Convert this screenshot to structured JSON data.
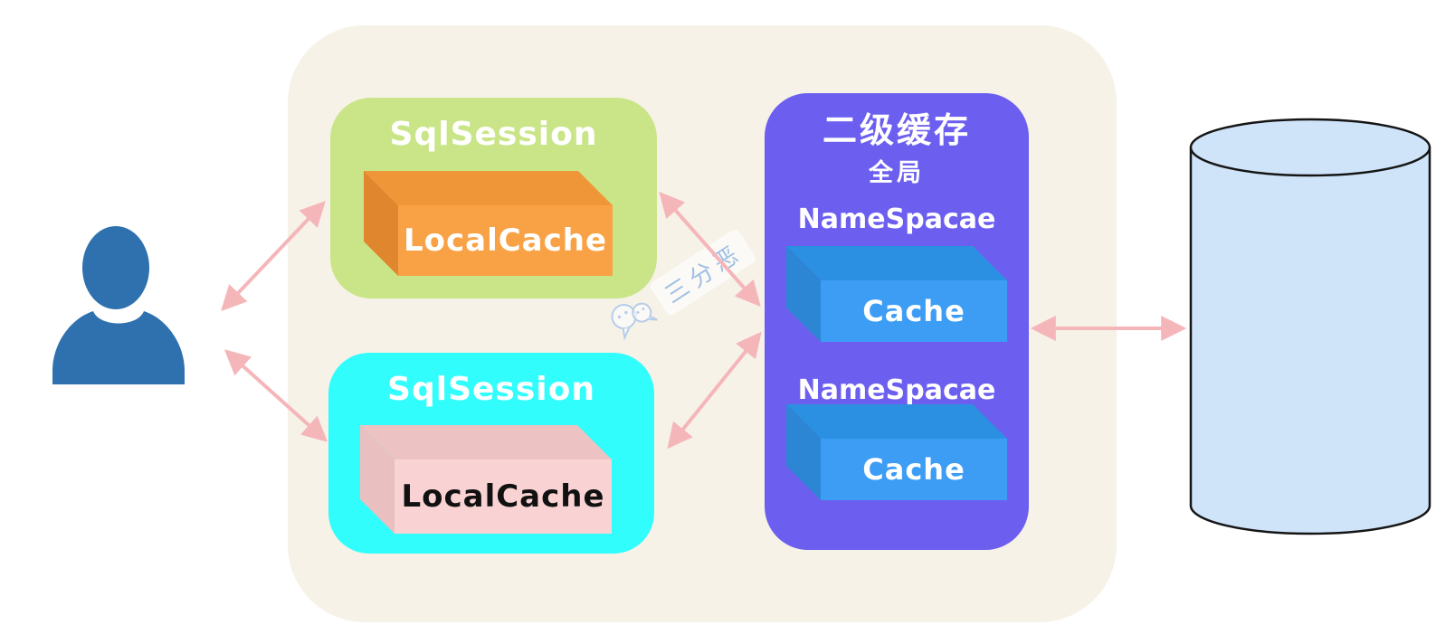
{
  "sessions": [
    {
      "title": "SqlSession",
      "cache_label": "LocalCache"
    },
    {
      "title": "SqlSession",
      "cache_label": "LocalCache"
    }
  ],
  "second_level_cache": {
    "title": "二级缓存",
    "subtitle": "全局",
    "namespaces": [
      {
        "label": "NameSpacae",
        "cache_label": "Cache"
      },
      {
        "label": "NameSpacae",
        "cache_label": "Cache"
      }
    ]
  },
  "watermark": {
    "text": "三分恶"
  },
  "colors": {
    "container_bg": "#f7f2e8",
    "session_top_bg": "#cae588",
    "session_bottom_bg": "#31fdfd",
    "second_level_bg": "#6c5ff0",
    "local_cache_top_front": "#f9a245",
    "local_cache_bottom_front": "#f9d3d3",
    "namespace_cache_front": "#3d9df4",
    "arrow": "#f5b6ba",
    "database_fill": "#cfe3f9",
    "user_fill": "#2e71ae",
    "watermark_text": "#9fc0e4"
  }
}
